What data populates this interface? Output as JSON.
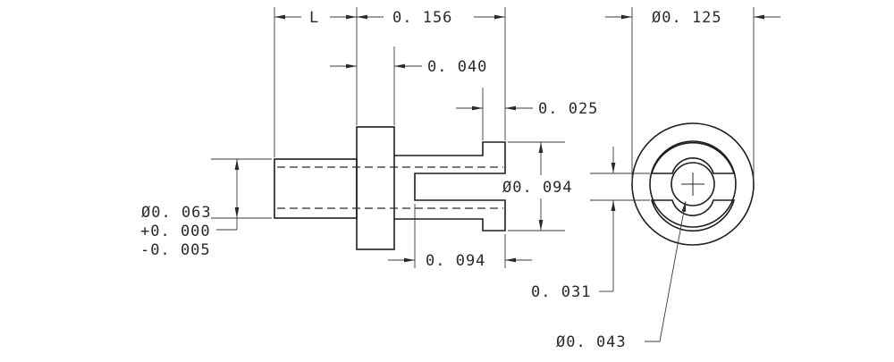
{
  "dimensions": {
    "length_label": "L",
    "overall_length": "0. 156",
    "flange_width": "0. 040",
    "tip_length": "0. 025",
    "slot_diameter": "Ø0. 094",
    "slot_length": "0. 094",
    "shank_diameter": "Ø0. 063",
    "tolerance_plus": "+0. 000",
    "tolerance_minus": "-0. 005",
    "outer_diameter": "Ø0. 125",
    "slot_width": "0. 031",
    "hole_diameter": "Ø0. 043"
  },
  "colors": {
    "line": "#1e1e1e",
    "background": "#ffffff"
  }
}
